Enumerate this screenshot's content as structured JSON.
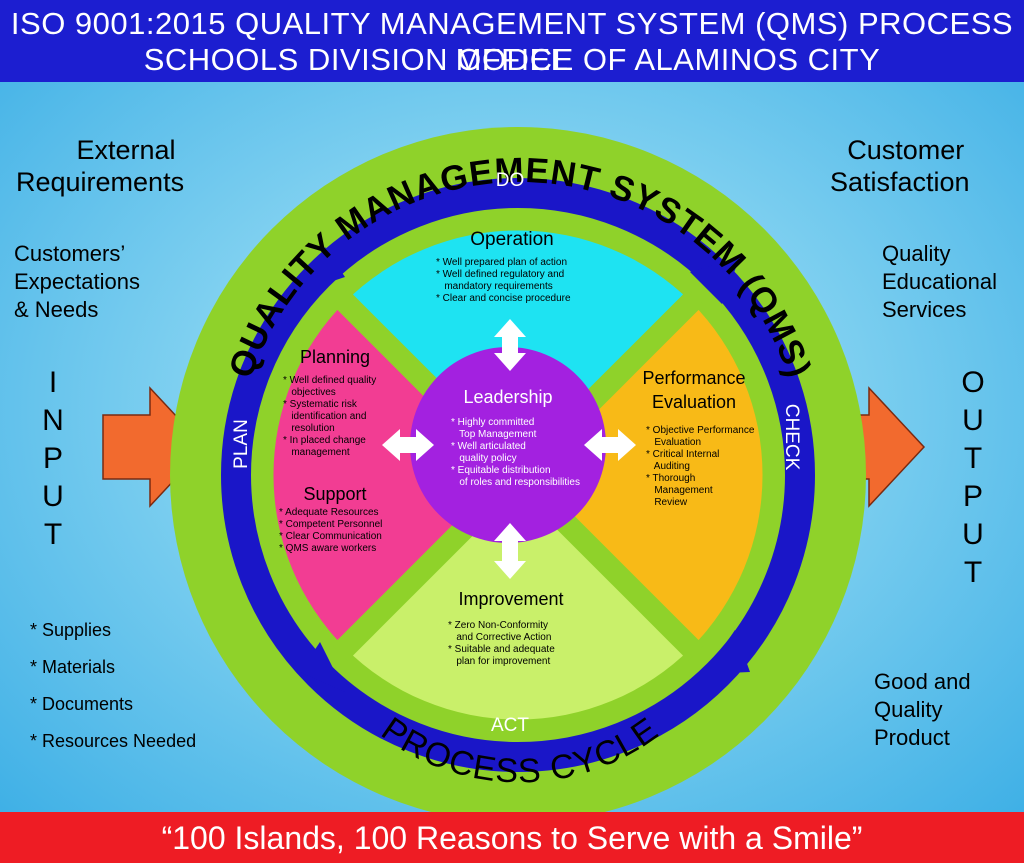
{
  "header": {
    "line1": "ISO 9001:2015 QUALITY MANAGEMENT SYSTEM (QMS) PROCESS MODEL",
    "line2": "SCHOOLS DIVISION OFFICE OF ALAMINOS CITY"
  },
  "left": {
    "external": [
      "External",
      "Requirements"
    ],
    "customers": [
      "Customers’",
      "Expectations",
      "& Needs"
    ],
    "input_letters": [
      "I",
      "N",
      "P",
      "U",
      "T"
    ],
    "items": [
      "* Supplies",
      "* Materials",
      "* Documents",
      "* Resources Needed"
    ]
  },
  "right": {
    "satisfaction": [
      "Customer",
      "Satisfaction"
    ],
    "quality": [
      "Quality",
      "Educational",
      "Services"
    ],
    "output_letters": [
      "O",
      "U",
      "T",
      "P",
      "U",
      "T"
    ],
    "product": [
      "Good and",
      "Quality",
      "Product"
    ]
  },
  "ring": {
    "top_text": "QUALITY MANAGEMENT SYSTEM (QMS)",
    "bottom_text": "PROCESS CYCLE",
    "do": "DO",
    "check": "CHECK",
    "act": "ACT",
    "plan": "PLAN"
  },
  "quadrants": {
    "operation": {
      "title": "Operation",
      "lines": [
        "* Well prepared plan of action",
        "* Well defined regulatory and",
        "   mandatory requirements",
        "* Clear and concise procedure"
      ]
    },
    "planning": {
      "title": "Planning",
      "lines": [
        "* Well defined quality",
        "   objectives",
        "* Systematic risk",
        "   identification and",
        "   resolution",
        "* In placed change",
        "   management"
      ]
    },
    "support": {
      "title": "Support",
      "lines": [
        "* Adequate Resources",
        "* Competent Personnel",
        "* Clear Communication",
        "* QMS aware workers"
      ]
    },
    "performance": {
      "title": [
        "Performance",
        "Evaluation"
      ],
      "lines": [
        "* Objective Performance",
        "   Evaluation",
        "* Critical Internal",
        "   Auditing",
        "* Thorough",
        "   Management",
        "   Review"
      ]
    },
    "improvement": {
      "title": "Improvement",
      "lines": [
        "* Zero Non-Conformity",
        "   and Corrective Action",
        "* Suitable and adequate",
        "   plan for improvement"
      ]
    },
    "leadership": {
      "title": "Leadership",
      "lines": [
        "* Highly committed",
        "   Top Management",
        "* Well articulated",
        "   quality policy",
        "* Equitable distribution",
        "   of roles and responsibilities"
      ]
    }
  },
  "footer": {
    "slogan": "“100 Islands, 100 Reasons to Serve with a Smile”"
  },
  "colors": {
    "header": "#1c1ed0",
    "footer": "#ee1c24",
    "outer_ring": "#8fd22a",
    "blue_ring": "#1a16c8",
    "operation": "#1ee3f2",
    "planning": "#f23d93",
    "performance": "#f8ba17",
    "improvement": "#c9f06a",
    "leadership": "#a321e0",
    "io_arrow": "#f26a2e"
  }
}
